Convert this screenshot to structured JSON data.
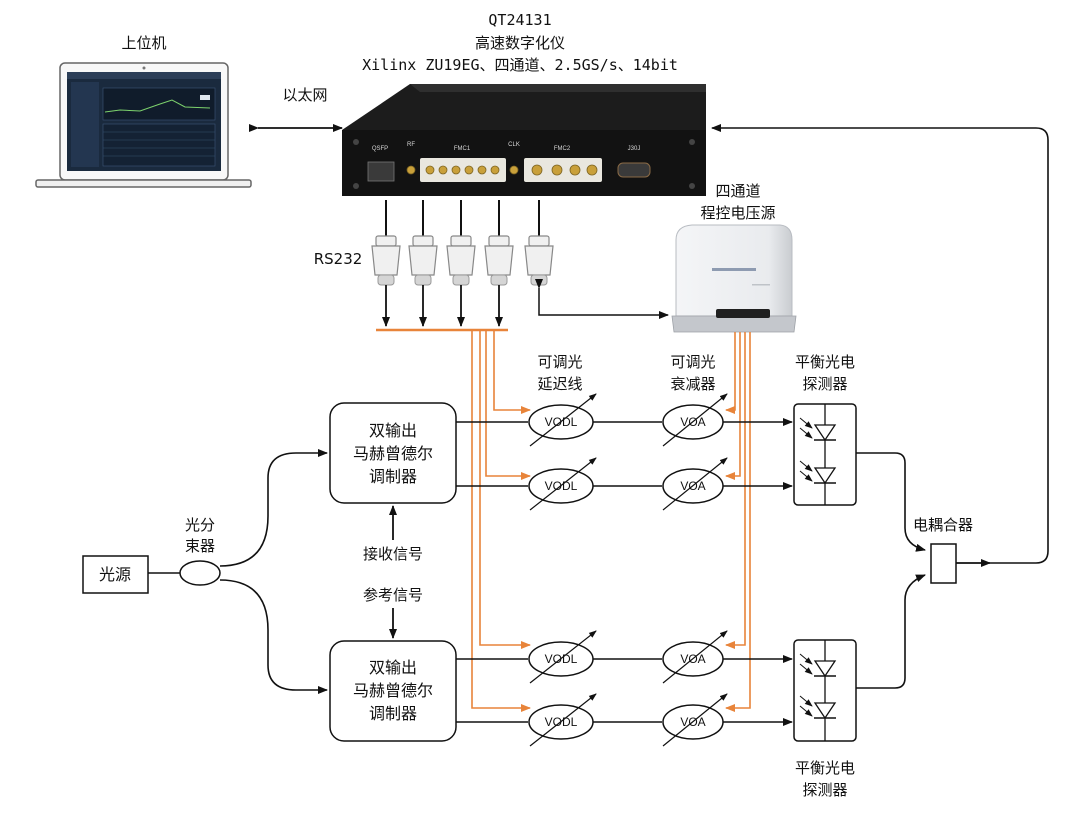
{
  "pc": {
    "label": "上位机"
  },
  "ethernet": {
    "label": "以太网"
  },
  "digitizer": {
    "model": "QT24131",
    "name": "高速数字化仪",
    "spec": "Xilinx ZU19EG、四通道、2.5GS/s、14bit",
    "ports": [
      "QSFP",
      "RF",
      "FMC1",
      "CLK",
      "FMC2",
      "J30J"
    ]
  },
  "rs232": {
    "label": "RS232"
  },
  "power_supply": {
    "label_line1": "四通道",
    "label_line2": "程控电压源"
  },
  "vodl_caption": {
    "line1": "可调光",
    "line2": "延迟线"
  },
  "voa_caption": {
    "line1": "可调光",
    "line2": "衰减器"
  },
  "bpd_top": {
    "line1": "平衡光电",
    "line2": "探测器"
  },
  "bpd_bottom": {
    "line1": "平衡光电",
    "line2": "探测器"
  },
  "modulator_top": {
    "line1": "双输出",
    "line2": "马赫曾德尔",
    "line3": "调制器"
  },
  "modulator_bottom": {
    "line1": "双输出",
    "line2": "马赫曾德尔",
    "line3": "调制器"
  },
  "vodl_label": "VODL",
  "voa_label": "VOA",
  "light_source": {
    "label": "光源"
  },
  "splitter": {
    "line1": "光分",
    "line2": "束器"
  },
  "receive_signal": {
    "label": "接收信号"
  },
  "reference_signal": {
    "label": "参考信号"
  },
  "coupler": {
    "label": "电耦合器"
  },
  "colors": {
    "control_line": "#E8843A",
    "line": "#111111",
    "device": "#151515"
  }
}
